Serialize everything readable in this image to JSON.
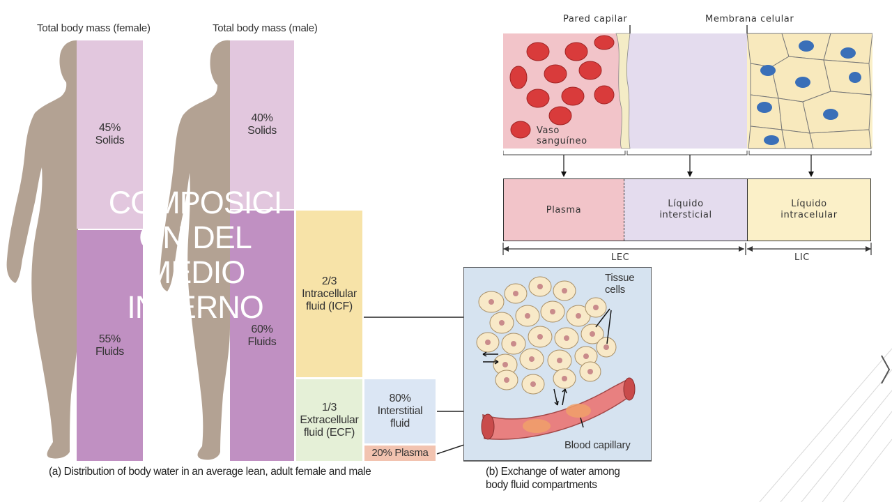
{
  "left_figure": {
    "female_title": "Total body mass (female)",
    "male_title": "Total body mass (male)",
    "female_solids": "45%\nSolids",
    "female_fluids": "55%\nFluids",
    "male_solids": "40%\nSolids",
    "male_fluids": "60%\nFluids",
    "icf": "2/3\nIntracellular\nfluid (ICF)",
    "ecf": "1/3\nExtracellular\nfluid (ECF)",
    "interstitial": "80%\nInterstitial\nfluid",
    "plasma": "20% Plasma",
    "caption_a": "(a) Distribution of body water in an average lean, adult female and male",
    "colors": {
      "solids": "#e2c7de",
      "fluids": "#c090c2",
      "icf": "#f7e3a8",
      "ecf": "#e5f0d7",
      "interstitial": "#dbe6f4",
      "plasma": "#f2c3b0",
      "silhouette": "#b3a293"
    }
  },
  "exchange_figure": {
    "tissue_cells": "Tissue\ncells",
    "blood_capillary": "Blood capillary",
    "caption_b": "(b) Exchange of water among\nbody fluid compartments"
  },
  "top_right_figure": {
    "pared_capilar": "Pared capilar",
    "membrana_celular": "Membrana celular",
    "vaso_sanguineo": "Vaso\nsanguíneo",
    "plasma": "Plasma",
    "liquido_intersticial": "Líquido\nintersticial",
    "liquido_intracelular": "Líquido\nintracelular",
    "lec": "LEC",
    "lic": "LIC",
    "colors": {
      "plasma": "#f2c4c9",
      "interstitial": "#e4dcee",
      "intracellular": "#fbf0c8"
    }
  },
  "overlay_title": "COMPOSICI\nON DEL\nMEDIO\nINTERNO"
}
